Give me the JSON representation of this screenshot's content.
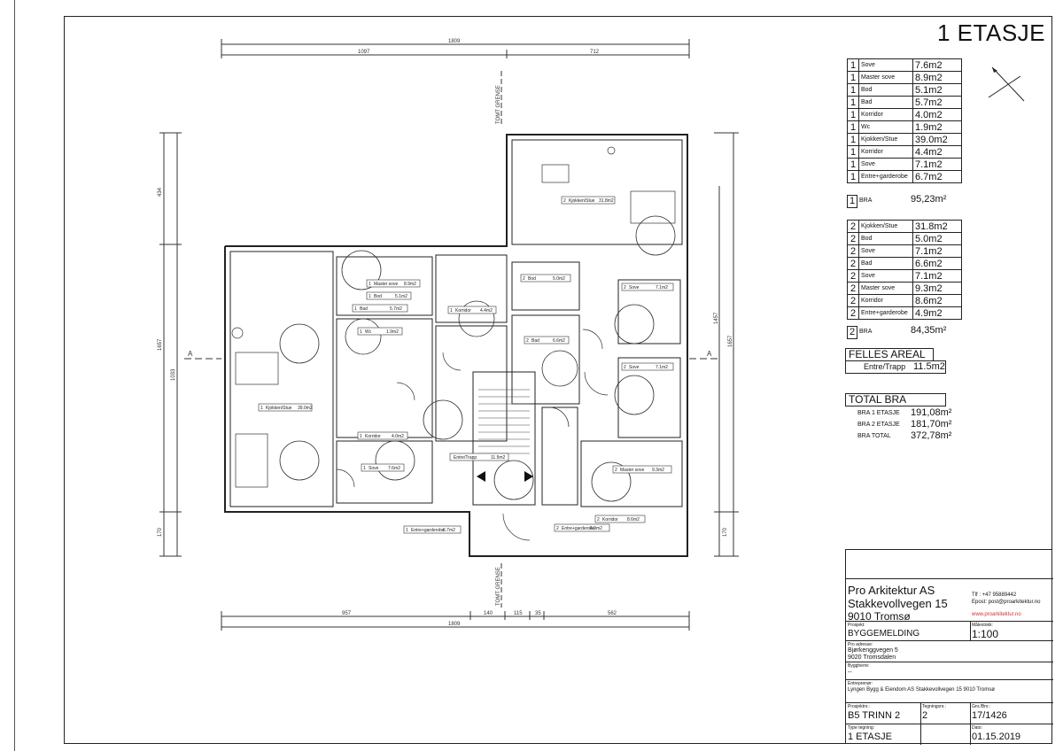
{
  "sheet": {
    "title": "1 ETASJE"
  },
  "area_table_floor1": [
    {
      "n": "1",
      "label": "Sove",
      "value": "7.6m2"
    },
    {
      "n": "1",
      "label": "Master sove",
      "value": "8.9m2"
    },
    {
      "n": "1",
      "label": "Bod",
      "value": "5.1m2"
    },
    {
      "n": "1",
      "label": "Bad",
      "value": "5.7m2"
    },
    {
      "n": "1",
      "label": "Korridor",
      "value": "4.0m2"
    },
    {
      "n": "1",
      "label": "Wc",
      "value": "1.9m2"
    },
    {
      "n": "1",
      "label": "Kjokken/Stue",
      "value": "39.0m2"
    },
    {
      "n": "1",
      "label": "Korridor",
      "value": "4.4m2"
    },
    {
      "n": "1",
      "label": "Sove",
      "value": "7.1m2"
    },
    {
      "n": "1",
      "label": "Entre+garderobe",
      "value": "6.7m2"
    }
  ],
  "bra_floor1": {
    "n": "1",
    "label": "BRA",
    "value": "95,23m²"
  },
  "area_table_floor2": [
    {
      "n": "2",
      "label": "Kjokken/Stue",
      "value": "31.8m2"
    },
    {
      "n": "2",
      "label": "Bod",
      "value": "5.0m2"
    },
    {
      "n": "2",
      "label": "Sove",
      "value": "7.1m2"
    },
    {
      "n": "2",
      "label": "Bad",
      "value": "6.6m2"
    },
    {
      "n": "2",
      "label": "Sove",
      "value": "7.1m2"
    },
    {
      "n": "2",
      "label": "Master sove",
      "value": "9.3m2"
    },
    {
      "n": "2",
      "label": "Korridor",
      "value": "8.6m2"
    },
    {
      "n": "2",
      "label": "Entre+garderobe",
      "value": "4.9m2"
    }
  ],
  "bra_floor2": {
    "n": "2",
    "label": "BRA",
    "value": "84,35m²"
  },
  "felles": {
    "title": "FELLES AREAL",
    "label": "Entre/Trapp",
    "value": "11.5m2"
  },
  "total": {
    "title": "TOTAL BRA",
    "rows": [
      {
        "label": "BRA 1 ETASJE",
        "value": "191,08m²"
      },
      {
        "label": "BRA 2 ETASJE",
        "value": "181,70m²"
      },
      {
        "label": "BRA TOTAL",
        "value": "372,78m²"
      }
    ]
  },
  "plan": {
    "dims_top": {
      "total": "1809",
      "left": "1097",
      "right": "712"
    },
    "dims_bottom": {
      "a": "957",
      "b": "140",
      "c": "115",
      "d": "35",
      "e": "562",
      "total": "1809"
    },
    "dims_left": {
      "upper": "434",
      "middle": "1657",
      "inner": "1033",
      "lower": "170"
    },
    "dims_right": {
      "outer": "1657",
      "inner": "1457",
      "lower": "170"
    },
    "tomt_grense_top": "TOMT GRENSE",
    "tomt_grense_bottom": "TOMT GRENSE",
    "section_left": "A",
    "section_right": "A",
    "room_tags": [
      {
        "n": "1",
        "label": "Kjokken/Stue",
        "value": "39.0m2"
      },
      {
        "n": "1",
        "label": "Master sove",
        "value": "8.9m2"
      },
      {
        "n": "1",
        "label": "Bod",
        "value": "5.1m2"
      },
      {
        "n": "1",
        "label": "Bad",
        "value": "5.7m2"
      },
      {
        "n": "1",
        "label": "Wc",
        "value": "1.9m2"
      },
      {
        "n": "1",
        "label": "Korridor",
        "value": "4.0m2"
      },
      {
        "n": "1",
        "label": "Korridor",
        "value": "4.4m2"
      },
      {
        "n": "1",
        "label": "Sove",
        "value": "7.6m2"
      },
      {
        "n": "1",
        "label": "Entre+garderobe",
        "value": "6.7m2"
      },
      {
        "n": "2",
        "label": "Kjokken/Stue",
        "value": "31.8m2"
      },
      {
        "n": "2",
        "label": "Bod",
        "value": "5.0m2"
      },
      {
        "n": "2",
        "label": "Bad",
        "value": "6.6m2"
      },
      {
        "n": "2",
        "label": "Sove",
        "value": "7.1m2"
      },
      {
        "n": "2",
        "label": "Sove",
        "value": "7.1m2"
      },
      {
        "n": "2",
        "label": "Master sove",
        "value": "9.3m2"
      },
      {
        "n": "2",
        "label": "Korridor",
        "value": "8.6m2"
      },
      {
        "n": "2",
        "label": "Entre+garderobe",
        "value": "4.9m2"
      },
      {
        "n": "",
        "label": "Entre/Trapp",
        "value": "11.5m2"
      }
    ]
  },
  "titleblock": {
    "company": "Pro Arkitektur AS",
    "street": "Stakkevollvegen 15",
    "city": "9010 Tromsø",
    "phone": "Tlf : +47 95889442",
    "email": "Epost: post@proarkitektur.no",
    "web": "www.proarkitektur.no",
    "prosjekt_label": "Prosjekt:",
    "prosjekt": "BYGGEMELDING",
    "malestokk_label": "Målestokk:",
    "malestokk": "1:100",
    "adresse_label": "Pro adresse:",
    "adresse1": "Bjørkenggvegen 5",
    "adresse2": "9020 Tromsdalen",
    "byggherre_label": "Byggherre:",
    "byggherre": "--",
    "entreprenor_label": "Entreprenør:",
    "entreprenor": "Lyngen Bygg & Eiendom AS Stakkevollvegen 15 9010 Tromsø",
    "prosjektnr_label": "Prosjektnr.:",
    "prosjektnr": "B5 TRINN 2",
    "tegningsnr_label": "Tegningsnr.:",
    "tegningsnr": "2",
    "gnrbnr_label": "Gnr./Bnr.:",
    "gnrbnr": "17/1426",
    "type_label": "Type tegning:",
    "type": "1 ETASJE",
    "dato_label": "Dato:",
    "dato": "01.15.2019"
  }
}
